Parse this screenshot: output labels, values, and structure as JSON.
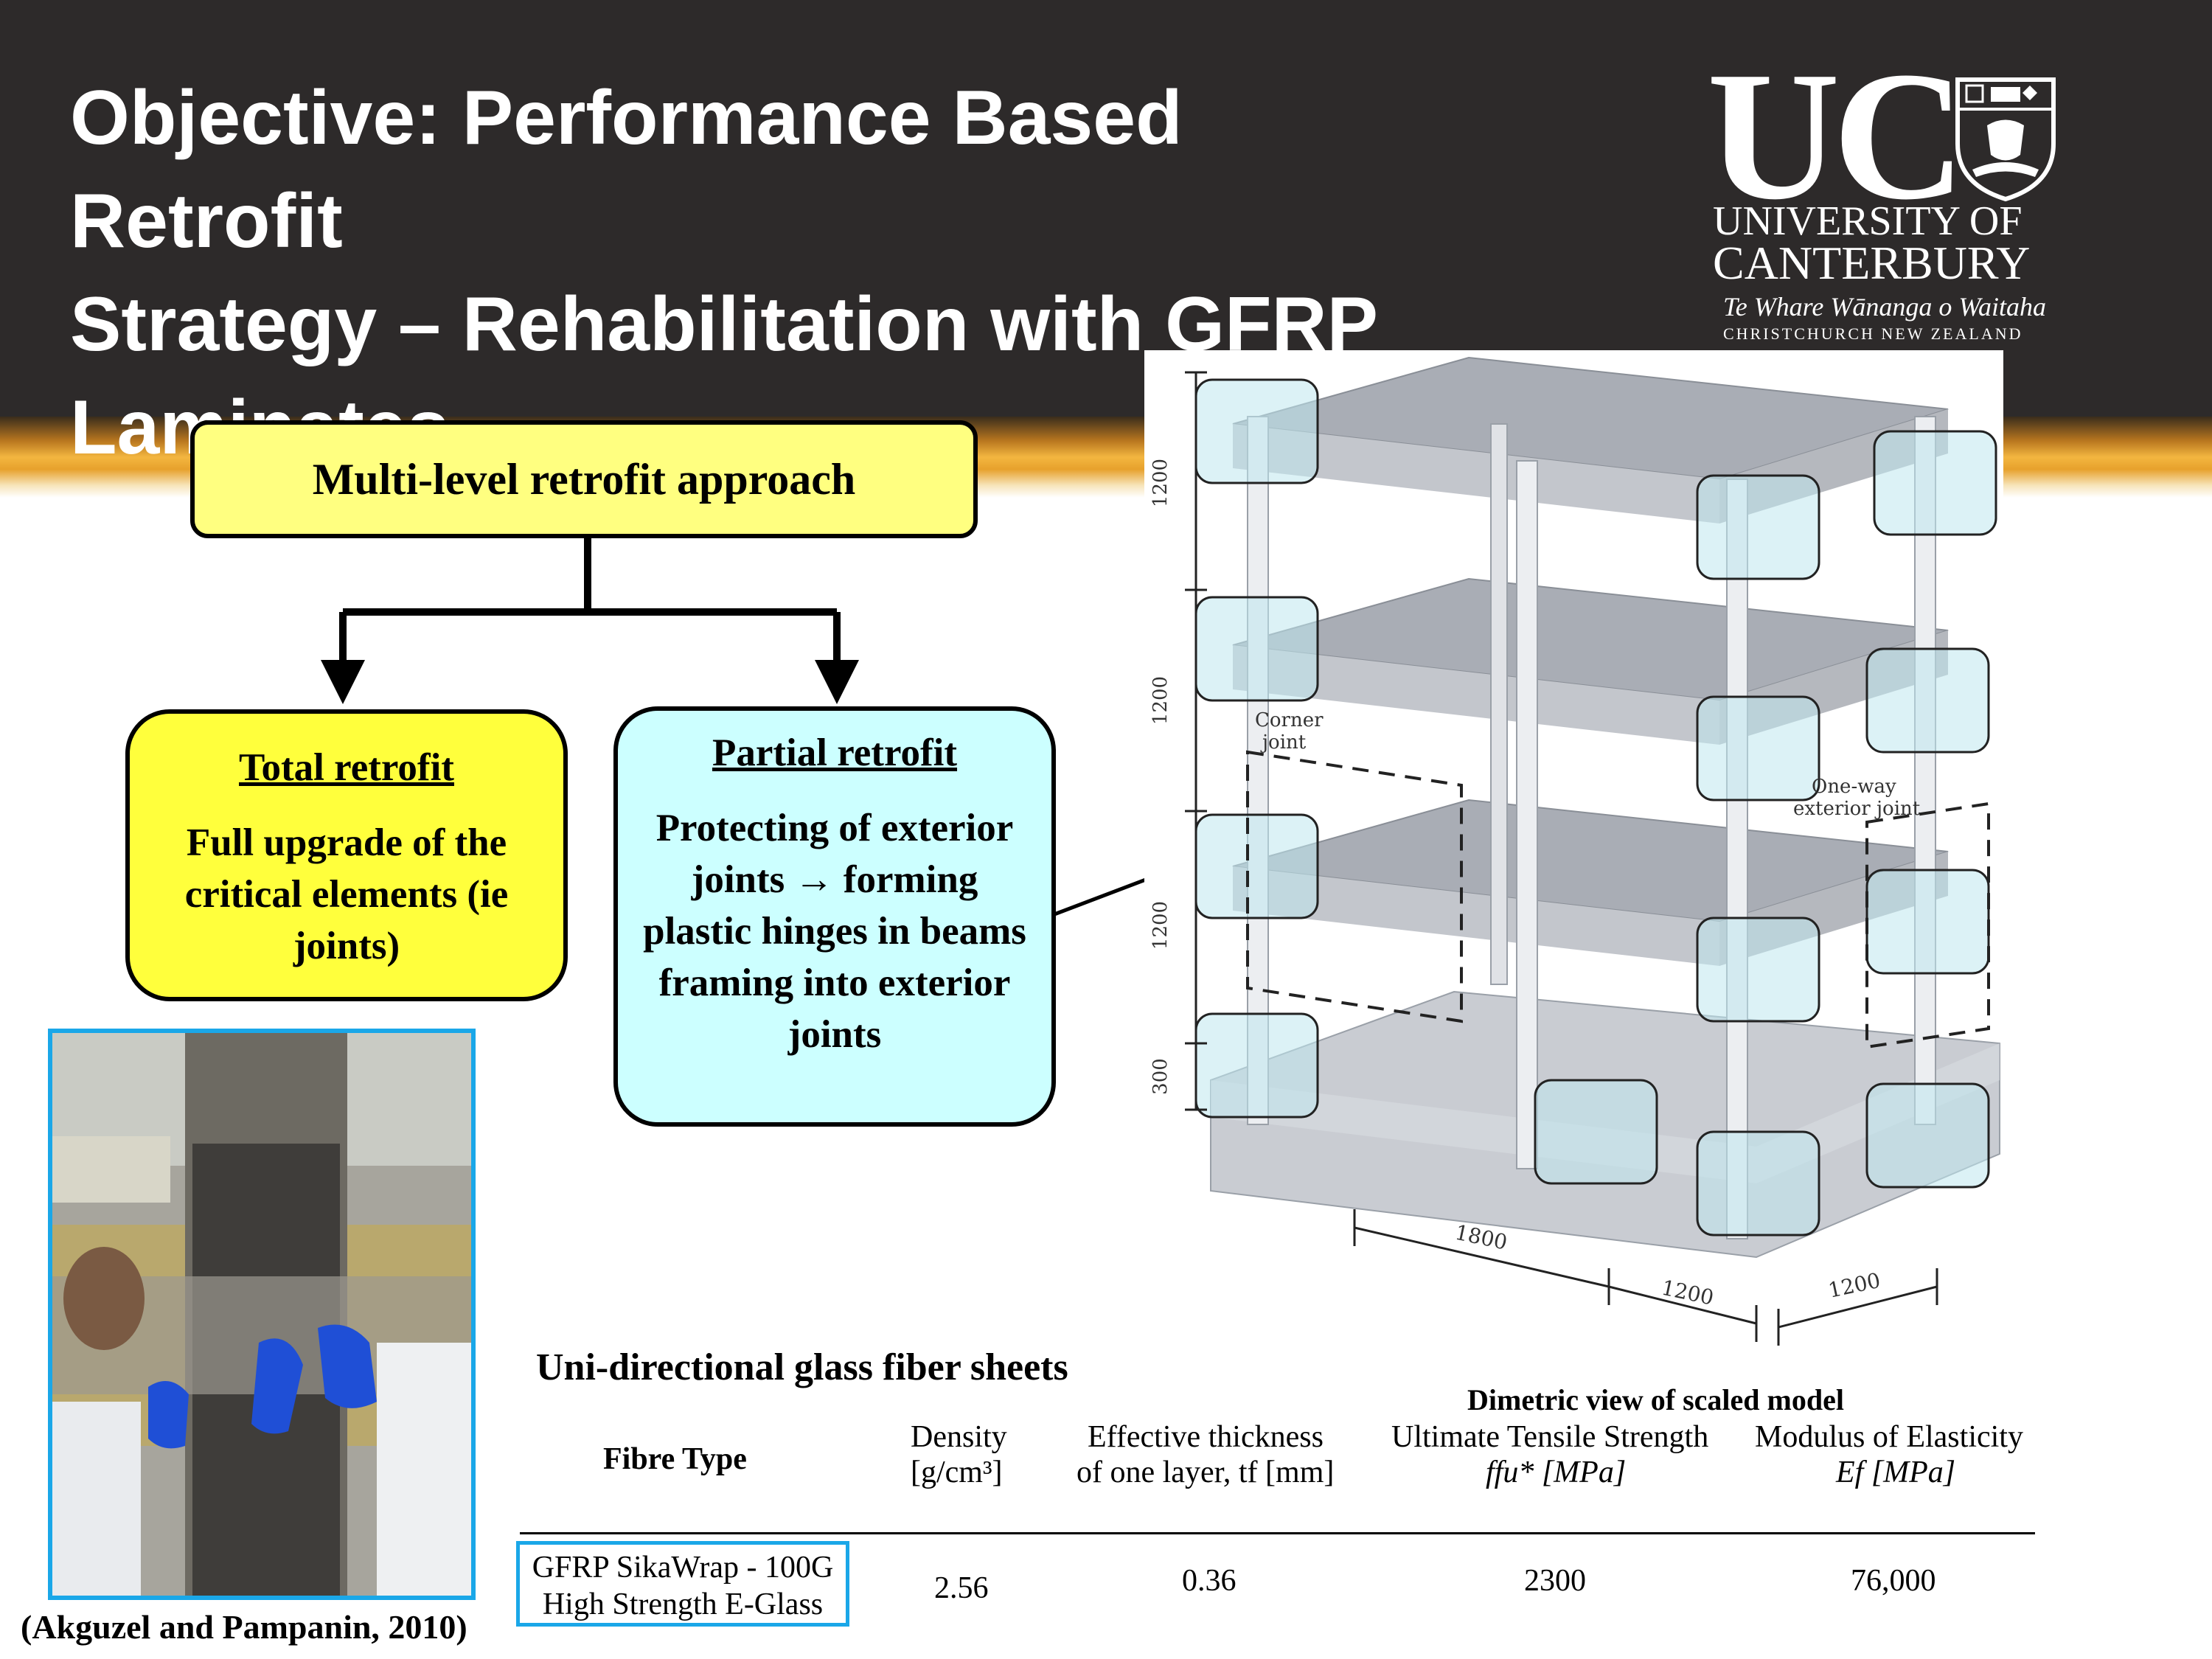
{
  "slide": {
    "title_lines": [
      "Objective: Performance Based Retrofit",
      "Strategy – Rehabilitation with GFRP",
      "Laminates"
    ]
  },
  "logo": {
    "mark": "UC",
    "line1": "UNIVERSITY OF",
    "line2": "CANTERBURY",
    "line3": "Te Whare Wānanga o Waitaha",
    "line4": "CHRISTCHURCH NEW ZEALAND"
  },
  "flowchart": {
    "top": "Multi-level retrofit approach",
    "total": {
      "heading": "Total retrofit",
      "body": "Full upgrade of the critical elements (ie joints)"
    },
    "partial": {
      "heading": "Partial retrofit",
      "body": "Protecting of exterior joints → forming plastic hinges in beams framing into exterior joints"
    }
  },
  "photo": {
    "citation": "(Akguzel and Pampanin, 2010)"
  },
  "model": {
    "caption": "Dimetric view of scaled model",
    "corner_label": [
      "Corner",
      "joint"
    ],
    "exterior_label": [
      "One-way",
      "exterior joint"
    ],
    "heights": [
      "1200",
      "1200",
      "1200",
      "300"
    ],
    "widths": [
      "1800",
      "1200",
      "1200"
    ]
  },
  "table": {
    "title": "Uni-directional glass fiber sheets",
    "headers": {
      "fibre": "Fibre Type",
      "density_1": "Density",
      "density_2": "[g/cm³]",
      "thick_1": "Effective thickness",
      "thick_2": "of one layer, tf [mm]",
      "uts_1": "Ultimate Tensile Strength",
      "uts_2": "ffu* [MPa]",
      "mod_1": "Modulus of Elasticity",
      "mod_2": "Ef  [MPa]"
    },
    "row": {
      "fibre_1": "GFRP SikaWrap - 100G",
      "fibre_2": "High Strength E-Glass",
      "density": "2.56",
      "thickness": "0.36",
      "uts": "2300",
      "modulus": "76,000"
    }
  },
  "colors": {
    "header_bg": "#2d2a2a",
    "box_yellow": "#ffff3c",
    "box_cyan": "#ccffff",
    "accent_blue": "#1aa7e8"
  }
}
